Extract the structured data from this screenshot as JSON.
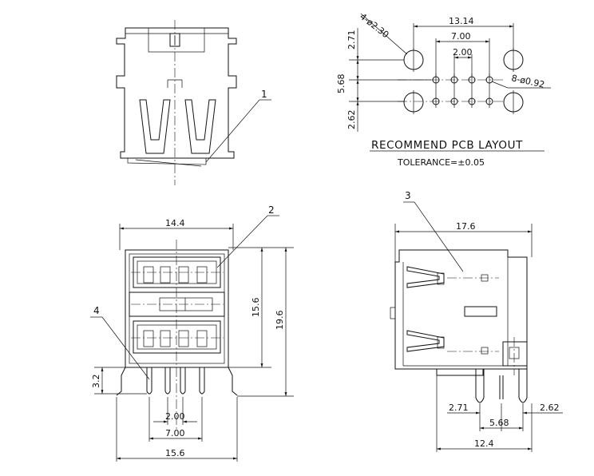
{
  "pcb_layout": {
    "title": "RECOMMEND PCB LAYOUT",
    "tolerance": "TOLERANCE=±0.05",
    "dims": {
      "hole_large": "4-ø2.30",
      "hole_small": "8-ø0.92",
      "width_outer": "13.14",
      "width_mid": "7.00",
      "width_inner": "2.00",
      "height_top": "2.71",
      "height_mid": "5.68",
      "height_bot": "2.62"
    }
  },
  "front_view": {
    "callout_1": "1"
  },
  "bottom_front_view": {
    "callout_2": "2",
    "callout_4": "4",
    "dims": {
      "top_width": "14.4",
      "inner_height": "15.6",
      "outer_height": "19.6",
      "pin_length": "3.2",
      "pitch_inner": "2.00",
      "pitch_mid": "7.00",
      "overall_width": "15.6"
    }
  },
  "side_view": {
    "callout_3": "3",
    "dims": {
      "length": "17.6",
      "dim_left": "2.71",
      "dim_mid": "5.68",
      "dim_right": "2.62",
      "base_width": "12.4"
    }
  }
}
